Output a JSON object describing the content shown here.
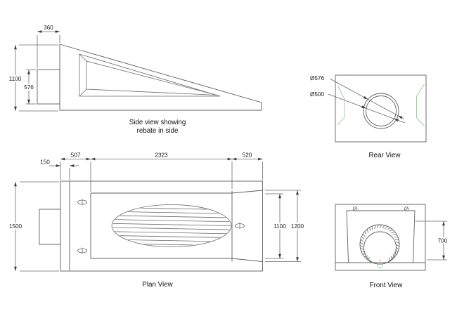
{
  "colors": {
    "line": "#5f5f5f",
    "dimension": "#6a6a6a",
    "text": "#1a1a1a",
    "green_accent": "#8fd28f",
    "magenta_accent": "#e2a3d6",
    "background": "#ffffff"
  },
  "side_view": {
    "title_line1": "Side view showing",
    "title_line2": "rebate in side",
    "dim_rear_width": "360",
    "dim_total_height": "1100",
    "dim_rebate_height": "576"
  },
  "plan_view": {
    "title": "Plan View",
    "dim_rear_section": "507",
    "dim_body_length": "2323",
    "dim_mouth_length": "520",
    "dim_flange": "150",
    "dim_total_width": "1500",
    "dim_mouth_inner": "1100",
    "dim_mouth_outer": "1200"
  },
  "rear_view": {
    "title": "Rear View",
    "dim_outer_diameter": "Ø576",
    "dim_inner_diameter": "Ø500"
  },
  "front_view": {
    "title": "Front View",
    "dim_height": "700"
  }
}
